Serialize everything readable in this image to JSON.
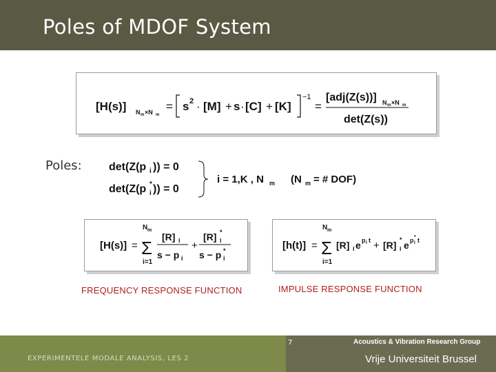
{
  "slide": {
    "title": "Poles of MDOF System",
    "poles_label": "Poles:",
    "frf_caption": "FREQUENCY RESPONSE FUNCTION",
    "irf_caption": "IMPULSE RESPONSE FUNCTION"
  },
  "equations": {
    "main_lhs": "[H(s)]",
    "main_lhs_sub": "Nm×Nm",
    "main_mid": "= [ s² · [M] + s · [C] + [K] ]⁻¹ =",
    "main_num": "[adj(Z(s))]",
    "main_num_sub": "Nm×Nm",
    "main_den": "det(Z(s))",
    "pole1": "det(Z(pᵢ)) = 0",
    "pole2": "det(Z(pᵢ*)) = 0",
    "index_range": "i = 1,K , Nm",
    "dof_note": "(Nm = # DOF)",
    "frf": "[H(s)] = Σ ( [R]ᵢ / (s − pᵢ) + [R]ᵢ* / (s − pᵢ*) )",
    "irf": "[h(t)] = Σ [R]ᵢ e^(pᵢ t) + [R]ᵢ* e^(pᵢ* t)",
    "sum_top": "Nm",
    "sum_bottom": "i=1"
  },
  "footer": {
    "page_number": "7",
    "course": "EXPERIMENTELE MODALE ANALYSIS, LES 2",
    "group": "Acoustics & Vibration Research Group",
    "university": "Vrije Universiteit Brussel"
  },
  "colors": {
    "title_bar": "#5a5a44",
    "caption": "#b01e1e",
    "footer": "#6b6b52"
  }
}
